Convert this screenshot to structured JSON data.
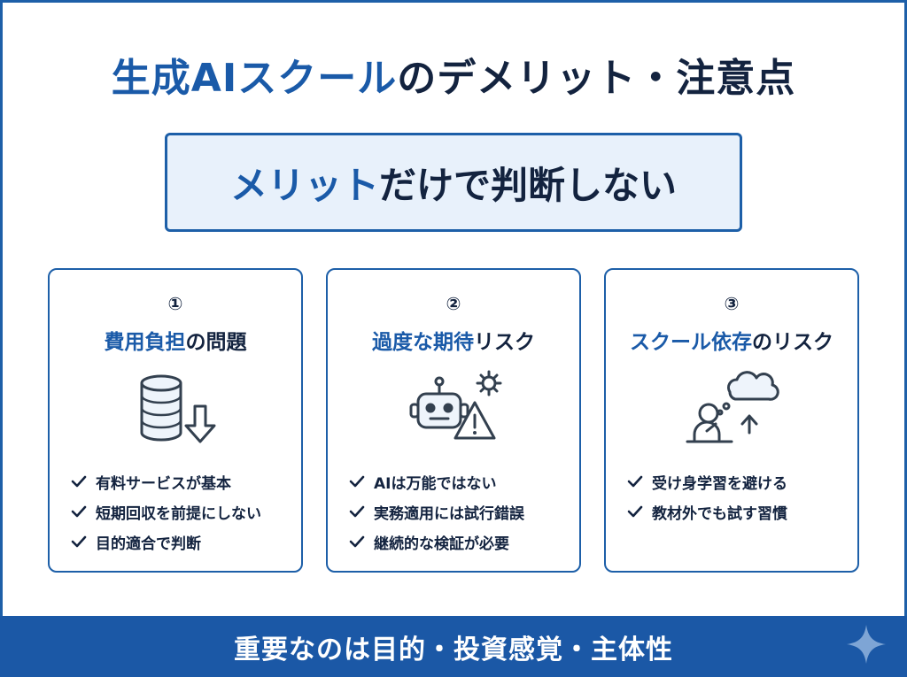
{
  "title": {
    "accent": "生成AIスクール",
    "rest": "のデメリット・注意点"
  },
  "banner": {
    "accent": "メリット",
    "rest": "だけで判断しない"
  },
  "cards": [
    {
      "number": "①",
      "title_accent": "費用負担",
      "title_rest": "の問題",
      "icon": "coin-stack-down-arrow-icon",
      "items": [
        "有料サービスが基本",
        "短期回収を前提にしない",
        "目的適合で判断"
      ]
    },
    {
      "number": "②",
      "title_accent": "過度な期待",
      "title_rest": "リスク",
      "icon": "robot-warning-icon",
      "items": [
        "AIは万能ではない",
        "実務適用には試行錯誤",
        "継続的な検証が必要"
      ]
    },
    {
      "number": "③",
      "title_accent": "スクール依存",
      "title_rest": "のリスク",
      "icon": "thinking-person-icon",
      "items": [
        "受け身学習を避ける",
        "教材外でも試す習慣"
      ]
    }
  ],
  "footer": {
    "text": "重要なのは目的・投資感覚・主体性"
  },
  "colors": {
    "accent": "#1a5aa8",
    "dark_text": "#13233f",
    "banner_bg": "#e8f1fb",
    "footer_bg": "#1b58a6"
  }
}
